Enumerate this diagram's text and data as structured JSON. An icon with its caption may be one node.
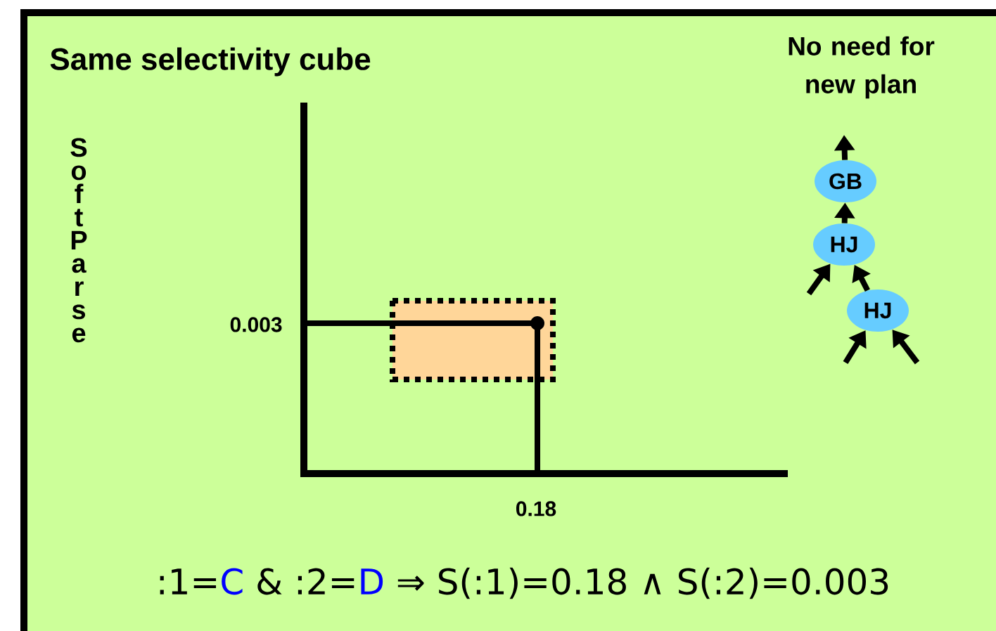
{
  "diagram": {
    "title": "Same selectivity cube",
    "nodes": [
      {
        "text": [
          "GB"
        ]
      },
      {
        "text": [
          "HJ"
        ]
      },
      {
        "text": [
          "HJ"
        ]
      }
    ],
    "edges": [
      {
        "from": 0,
        "to": null,
        "arrow": "to"
      },
      {
        "from": 1,
        "to": 0,
        "arrow": "to"
      },
      {
        "from": null,
        "to": 1,
        "arrow": "to"
      },
      {
        "from": 2,
        "to": 1,
        "arrow": "to"
      },
      {
        "from": null,
        "to": 2,
        "arrow": "to"
      },
      {
        "from": null,
        "to": 2,
        "arrow": "to"
      }
    ],
    "labels": [
      "No need for new plan",
      "Soft Parse",
      "0.003",
      "0.18",
      ":1=C & :2=D ⇒ S(:1)=0.18 ∧ S(:2)=0.003"
    ]
  }
}
